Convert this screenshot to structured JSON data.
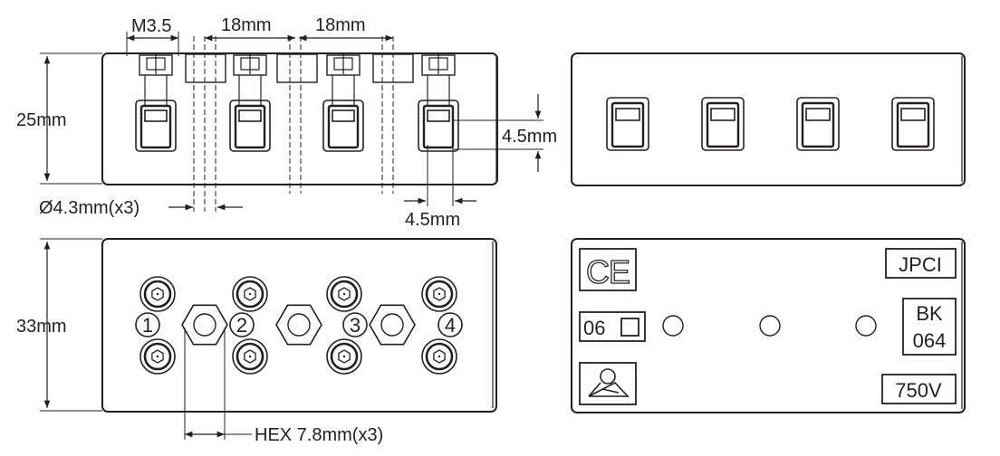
{
  "colors": {
    "ink": "#231f20",
    "background": "#ffffff"
  },
  "top_view": {
    "label_m35": "M3.5",
    "label_pitch_1": "18mm",
    "label_pitch_2": "18mm",
    "label_height": "25mm",
    "label_hole": "Ø4.3mm(x3)",
    "label_slot_height": "4.5mm",
    "label_slot_width": "4.5mm"
  },
  "front_view": {
    "label_height": "33mm",
    "label_hex": "HEX 7.8mm(x3)",
    "terminal_numbers": [
      "1",
      "2",
      "3",
      "4"
    ]
  },
  "label_panel": {
    "ce_mark": "CE",
    "brand": "JPCI",
    "size_code": "06",
    "model_line1": "BK",
    "model_line2": "064",
    "voltage": "750V",
    "icon": "inspection-mark-icon"
  }
}
